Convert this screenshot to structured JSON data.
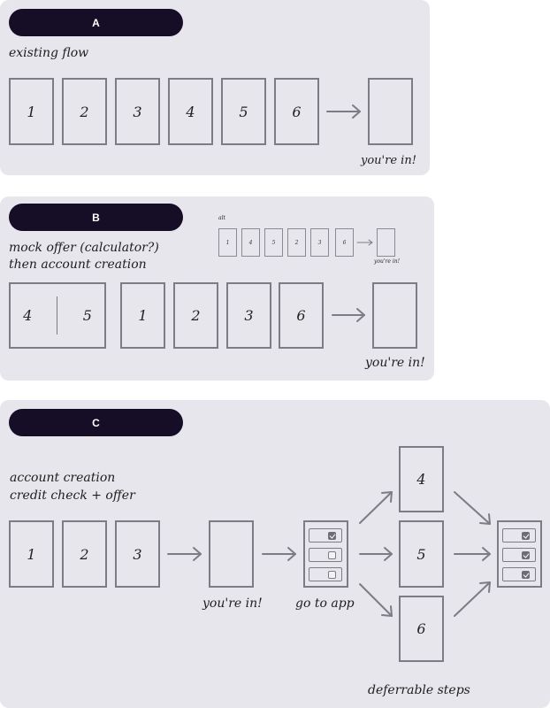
{
  "panel_a": {
    "badge": "A",
    "title": "existing flow",
    "steps": [
      "1",
      "2",
      "3",
      "4",
      "5",
      "6"
    ],
    "result_label": "you're in!"
  },
  "panel_b": {
    "badge": "B",
    "title_line1": "mock offer (calculator?)",
    "title_line2": "then account creation",
    "split_left": "4",
    "split_right": "5",
    "steps": [
      "1",
      "2",
      "3",
      "6"
    ],
    "result_label": "you're in!",
    "alt": {
      "label": "alt",
      "steps": [
        "1",
        "4",
        "5",
        "2",
        "3",
        "6"
      ],
      "result_label": "you're in!"
    }
  },
  "panel_c": {
    "badge": "C",
    "title_line1": "account creation",
    "title_line2": "credit check + offer",
    "steps": [
      "1",
      "2",
      "3"
    ],
    "youre_in_label": "you're in!",
    "go_to_app_label": "go to app",
    "deferrable": [
      "4",
      "5",
      "6"
    ],
    "deferrable_label": "deferrable steps",
    "app_checklist": [
      true,
      false,
      false
    ],
    "final_checklist": [
      true,
      true,
      true
    ]
  },
  "colors": {
    "panel": "#e7e6ec",
    "pill": "#160d26",
    "stroke": "#7c7c84"
  }
}
